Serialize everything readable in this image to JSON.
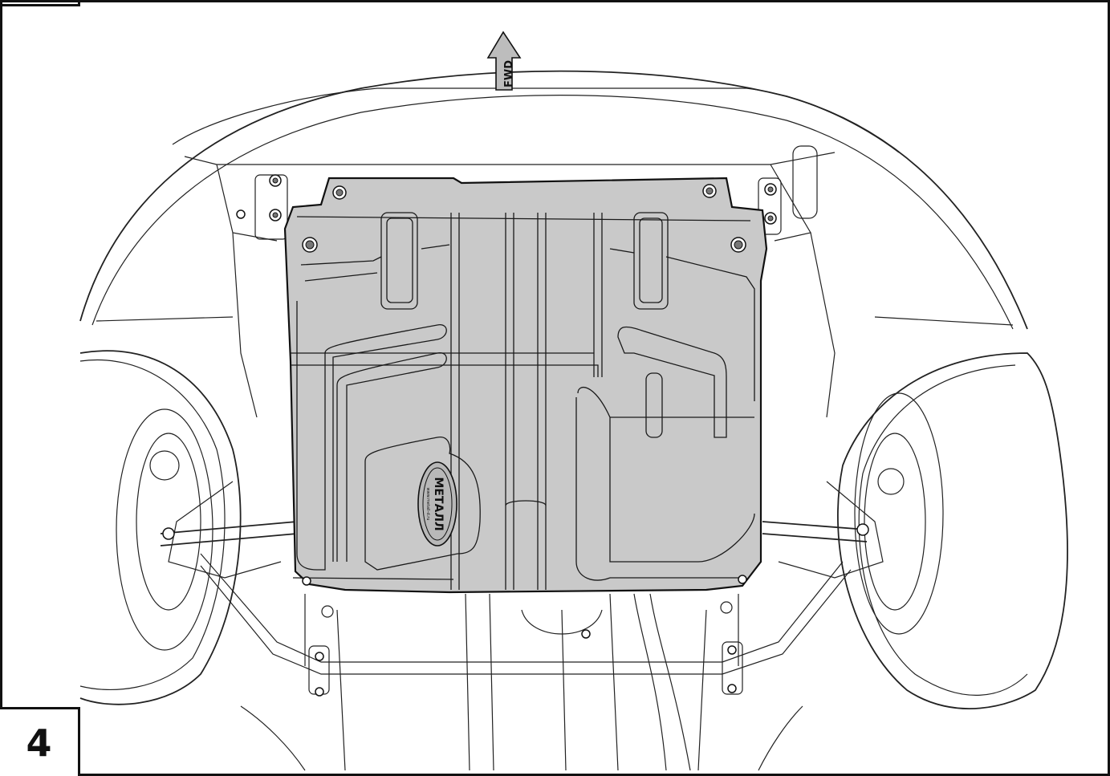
{
  "diagram": {
    "step_number": "4",
    "direction_label": "FWD",
    "logo_text": "METАЛЛ",
    "logo_subtext": "www.metall-d.ru"
  }
}
